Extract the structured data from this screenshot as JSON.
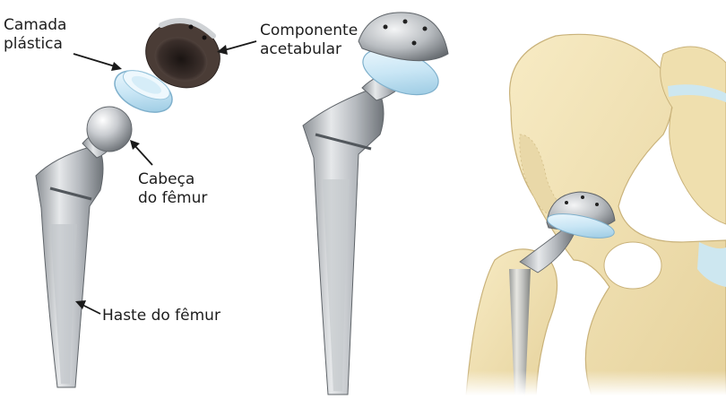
{
  "labels": {
    "plastic_liner": [
      "Camada",
      "plástica"
    ],
    "acetabular_component": [
      "Componente",
      "acetabular"
    ],
    "femoral_head": [
      "Cabeça",
      "do fêmur"
    ],
    "femoral_stem": "Haste do fêmur"
  },
  "colors": {
    "metal_light": "#e4e6e8",
    "metal_mid": "#a9adb2",
    "metal_dark": "#6f7479",
    "shell_dark": "#3b2f2b",
    "liner_blue": "#c9e6f5",
    "bone": "#f2e2b4",
    "bone_shadow": "#dcc78f",
    "cartilage": "#cde7f0",
    "arrow": "#1a1a1a"
  }
}
